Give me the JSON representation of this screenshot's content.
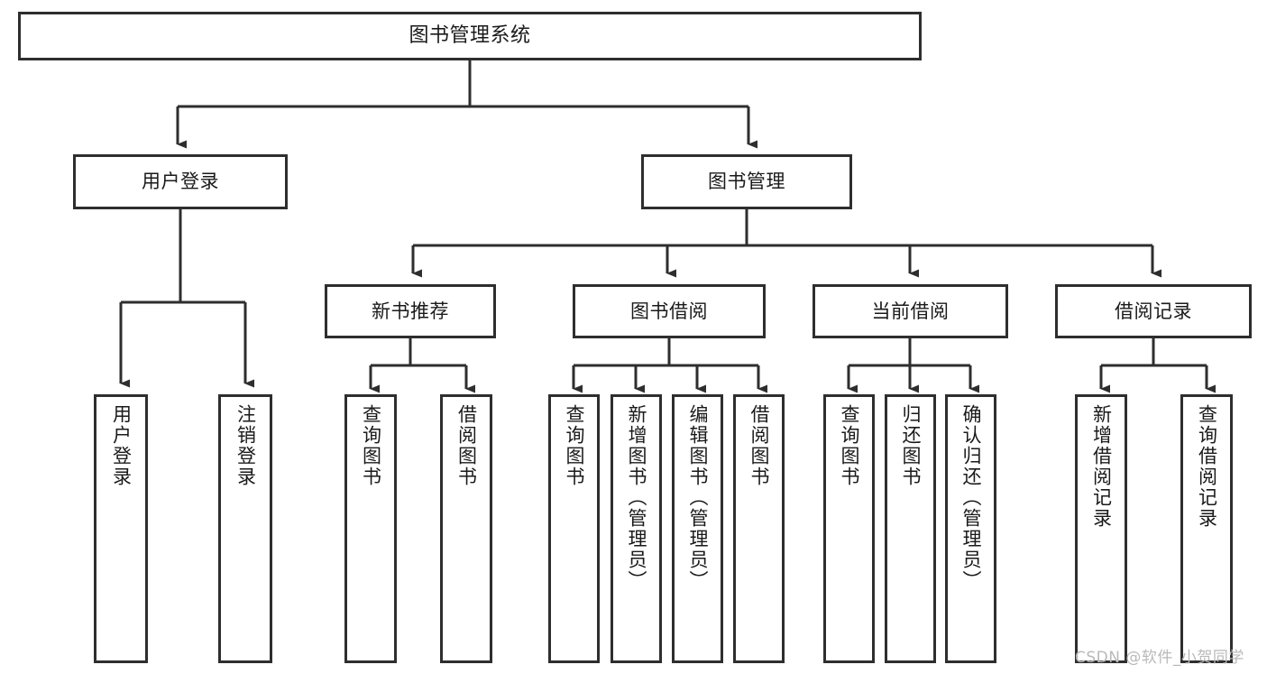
{
  "diagram": {
    "title": "图书管理系统",
    "type": "tree",
    "watermark": "CSDN @软件_小贺同学",
    "colors": {
      "border": "#2e2e2e",
      "background": "#ffffff",
      "text": "#1a1a1a",
      "connector": "#2e2e2e",
      "watermark": "#b9b9b9"
    },
    "nodes": {
      "root": {
        "label": "图书管理系统"
      },
      "level2": [
        {
          "label": "用户登录"
        },
        {
          "label": "图书管理"
        }
      ],
      "level3": [
        {
          "label": "新书推荐"
        },
        {
          "label": "图书借阅"
        },
        {
          "label": "当前借阅"
        },
        {
          "label": "借阅记录"
        }
      ],
      "leaves": {
        "user_login": [
          {
            "label": "用户登录"
          },
          {
            "label": "注销登录"
          }
        ],
        "new_book_recommend": [
          {
            "label": "查询图书"
          },
          {
            "label": "借阅图书"
          }
        ],
        "book_borrow": [
          {
            "label": "查询图书"
          },
          {
            "label": "新增图书（管理员）"
          },
          {
            "label": "编辑图书（管理员）"
          },
          {
            "label": "借阅图书"
          }
        ],
        "current_borrow": [
          {
            "label": "查询图书"
          },
          {
            "label": "归还图书"
          },
          {
            "label": "确认归还（管理员）"
          }
        ],
        "borrow_record": [
          {
            "label": "新增借阅记录"
          },
          {
            "label": "查询借阅记录"
          }
        ]
      }
    }
  }
}
